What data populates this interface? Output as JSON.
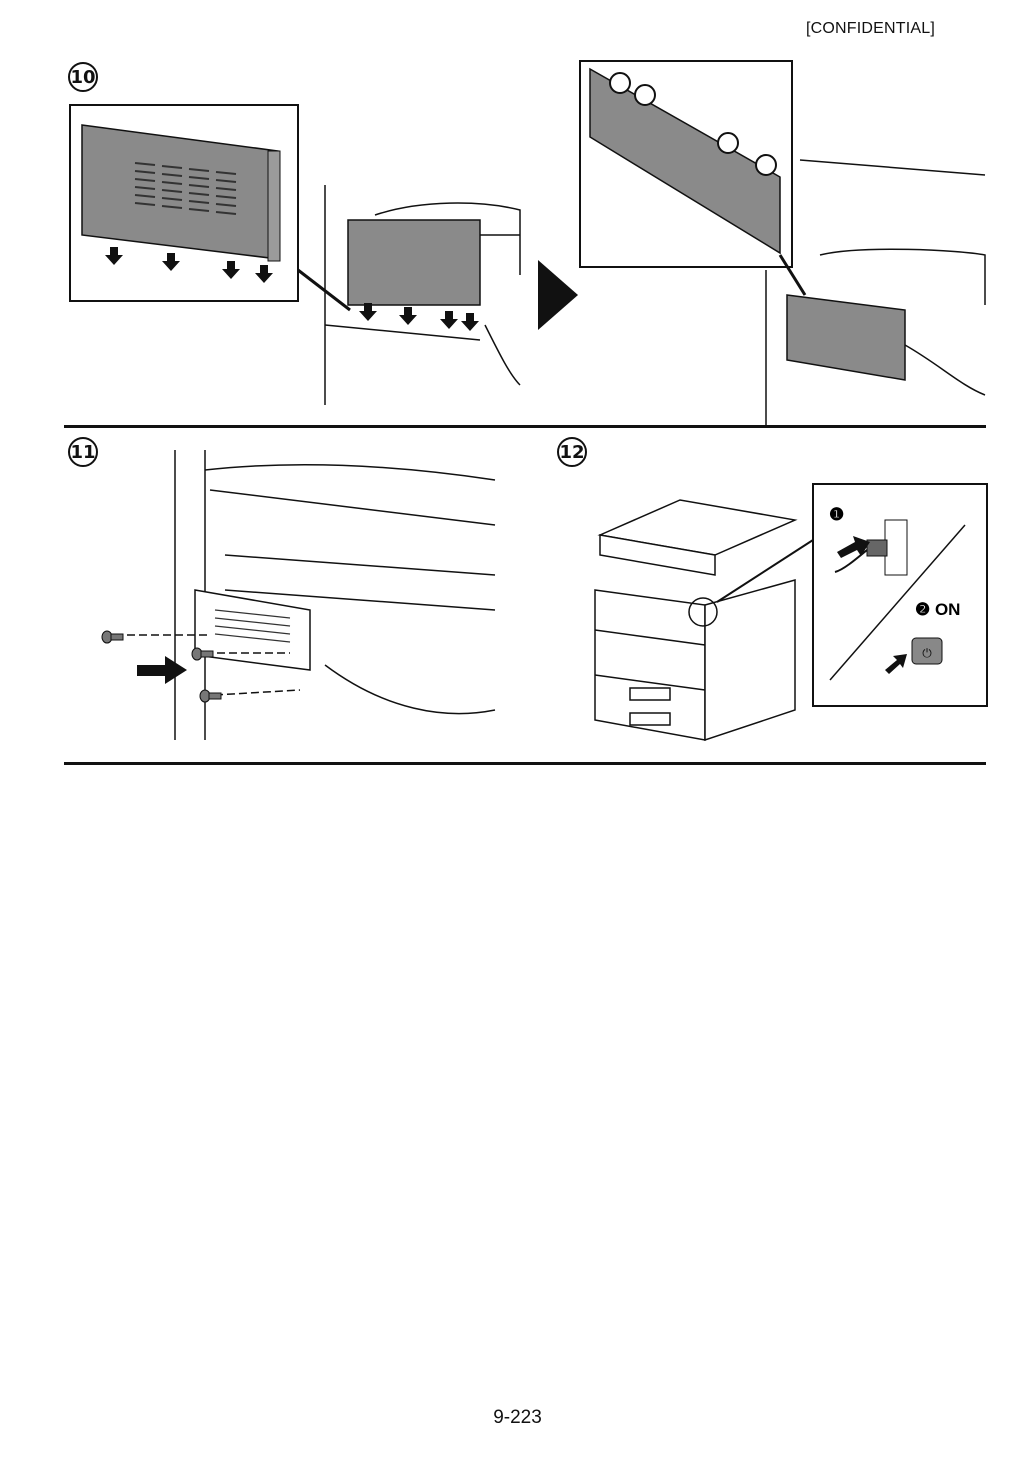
{
  "header": {
    "label": "[CONFIDENTIAL]"
  },
  "steps": [
    {
      "number": "10"
    },
    {
      "number": "11"
    },
    {
      "number": "12",
      "callout_1": "❶",
      "callout_2": "❷ ON"
    }
  ],
  "footer": {
    "page_number": "9-223"
  },
  "colors": {
    "panel_gray": "#8a8a8a",
    "line": "#111111"
  }
}
